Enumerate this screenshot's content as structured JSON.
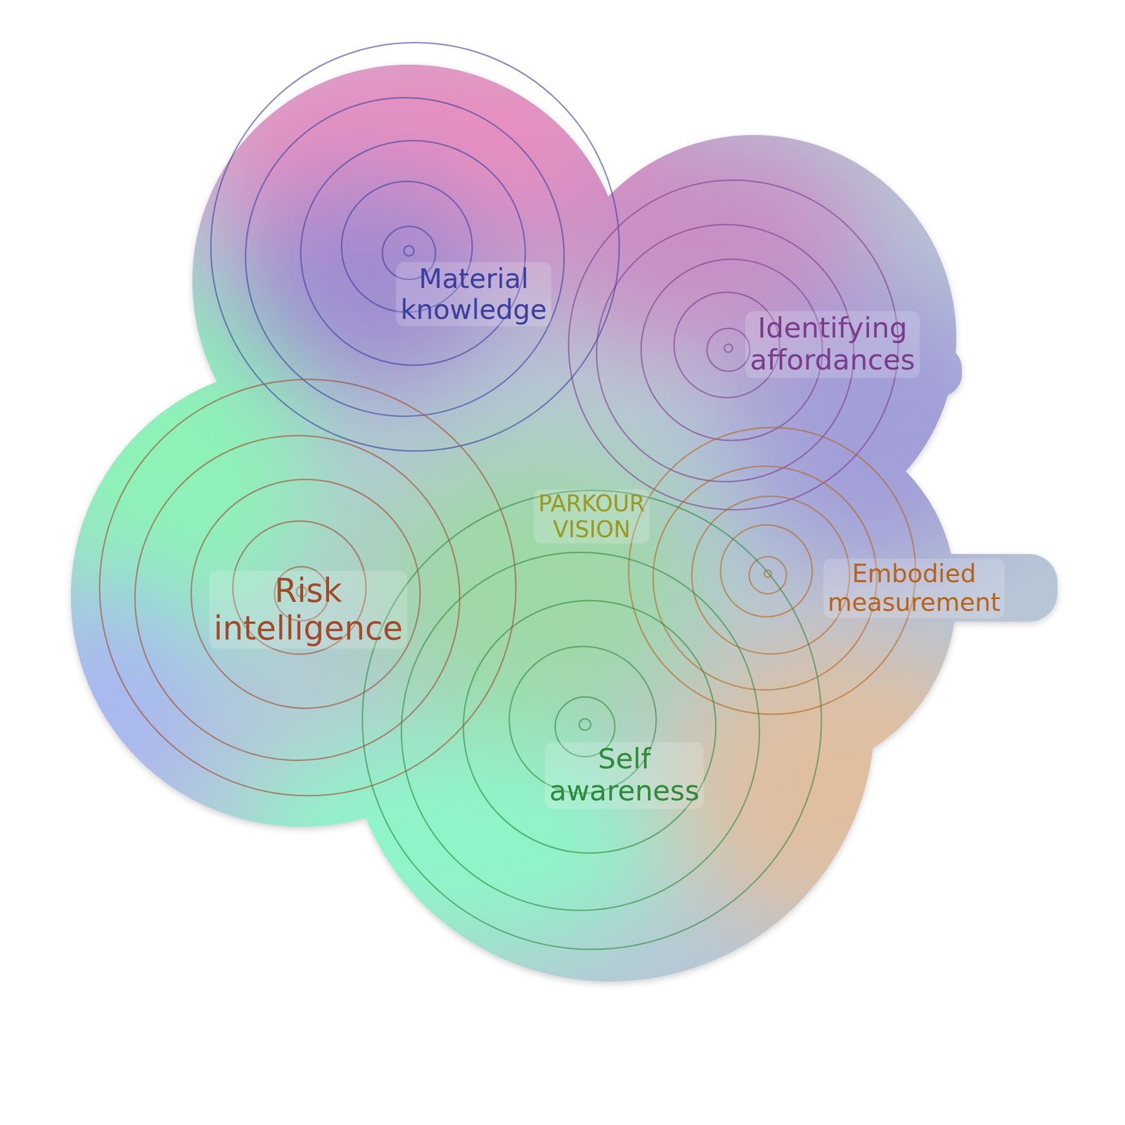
{
  "diagram": {
    "nodes": [
      {
        "text": [
          "Material knowledge"
        ]
      },
      {
        "text": [
          "Identifying affordances"
        ]
      },
      {
        "text": [
          "Risk intelligence"
        ]
      },
      {
        "text": [
          "Embodied measurement"
        ]
      },
      {
        "text": [
          "Self awareness"
        ]
      }
    ],
    "labels": [
      "PARKOUR VISION"
    ]
  }
}
